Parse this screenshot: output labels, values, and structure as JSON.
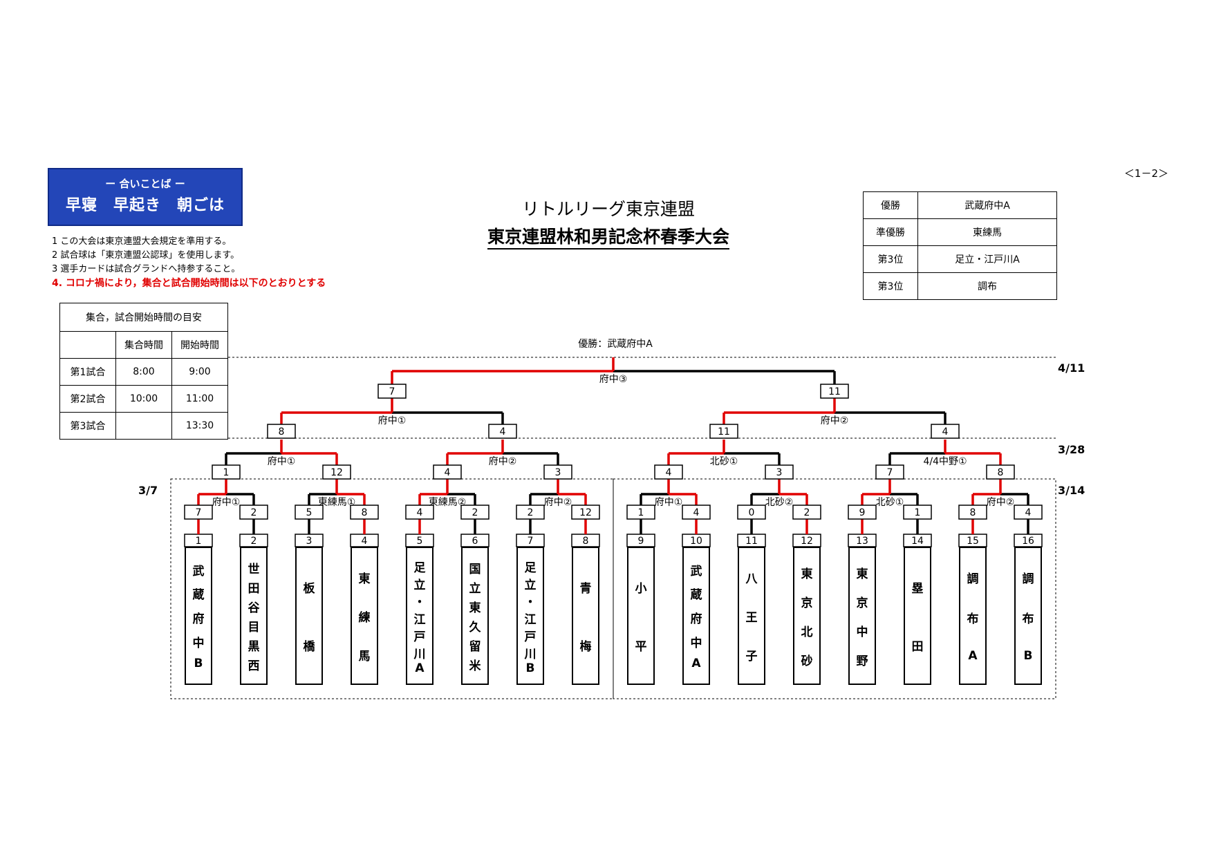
{
  "slogan": {
    "top": "ー 合いことば ー",
    "main": "早寝　早起き　朝ごは"
  },
  "page_number": "＜1－2＞",
  "title": {
    "line1": "リトルリーグ東京連盟",
    "line2": "東京連盟林和男記念杯春季大会"
  },
  "rules": [
    "1 この大会は東京連盟大会規定を準用する。",
    "2 試合球は「東京連盟公認球」を使用します。",
    "3 選手カードは試合グランドへ持参すること。",
    "4. コロナ禍により，集合と試合開始時間は以下のとおりとする"
  ],
  "schedule": {
    "title": "集合，試合開始時間の目安",
    "headers": [
      "",
      "集合時間",
      "開始時間"
    ],
    "rows": [
      [
        "第1試合",
        "8:00",
        "9:00"
      ],
      [
        "第2試合",
        "10:00",
        "11:00"
      ],
      [
        "第3試合",
        "",
        "13:30"
      ]
    ]
  },
  "results": [
    {
      "place": "優勝",
      "team": "武蔵府中A"
    },
    {
      "place": "準優勝",
      "team": "東練馬"
    },
    {
      "place": "第3位",
      "team": "足立・江戸川A"
    },
    {
      "place": "第3位",
      "team": "調布"
    }
  ],
  "champion_label": "優勝：武蔵府中A",
  "dates": {
    "final": "4/11",
    "r3": "3/28",
    "r1_left": "3/7",
    "r1_right": "3/14"
  },
  "colors": {
    "winner_line": "#e00000",
    "loser_line": "#000000",
    "slogan_bg": "#2346b8"
  },
  "teams": [
    {
      "seed": "1",
      "name": "武蔵府中B"
    },
    {
      "seed": "2",
      "name": "世田谷目黒西"
    },
    {
      "seed": "3",
      "name": "板橋"
    },
    {
      "seed": "4",
      "name": "東練馬"
    },
    {
      "seed": "5",
      "name": "足立・江戸川A"
    },
    {
      "seed": "6",
      "name": "国立東久留米"
    },
    {
      "seed": "7",
      "name": "足立・江戸川B"
    },
    {
      "seed": "8",
      "name": "青梅"
    },
    {
      "seed": "9",
      "name": "小平"
    },
    {
      "seed": "10",
      "name": "武蔵府中A"
    },
    {
      "seed": "11",
      "name": "八王子"
    },
    {
      "seed": "12",
      "name": "東京北砂"
    },
    {
      "seed": "13",
      "name": "東京中野"
    },
    {
      "seed": "14",
      "name": "塁田"
    },
    {
      "seed": "15",
      "name": "調布A"
    },
    {
      "seed": "16",
      "name": "調布B"
    }
  ],
  "round1": [
    {
      "venue": "府中①",
      "scores": [
        "7",
        "2"
      ],
      "winner": 0
    },
    {
      "venue": "東練馬①",
      "scores": [
        "5",
        "8"
      ],
      "winner": 1
    },
    {
      "venue": "東練馬②",
      "scores": [
        "4",
        "2"
      ],
      "winner": 0
    },
    {
      "venue": "府中②",
      "scores": [
        "2",
        "12"
      ],
      "winner": 1
    },
    {
      "venue": "府中①",
      "scores": [
        "1",
        "4"
      ],
      "winner": 1
    },
    {
      "venue": "北砂②",
      "scores": [
        "0",
        "2"
      ],
      "winner": 1
    },
    {
      "venue": "北砂①",
      "scores": [
        "9",
        "1"
      ],
      "winner": 0
    },
    {
      "venue": "府中②",
      "scores": [
        "8",
        "4"
      ],
      "winner": 0
    }
  ],
  "round2": [
    {
      "venue": "府中①",
      "scores": [
        "1",
        "12"
      ],
      "winner": 1
    },
    {
      "venue": "府中②",
      "scores": [
        "4",
        "3"
      ],
      "winner": 0
    },
    {
      "venue": "北砂①",
      "scores": [
        "4",
        "3"
      ],
      "winner": 0
    },
    {
      "venue": "4/4中野①",
      "scores": [
        "7",
        "8"
      ],
      "winner": 1
    }
  ],
  "round3": [
    {
      "venue": "府中①",
      "scores": [
        "8",
        "4"
      ],
      "winner": 0
    },
    {
      "venue": "府中②",
      "scores": [
        "11",
        "4"
      ],
      "winner": 0
    }
  ],
  "final": {
    "venue": "府中③",
    "scores": [
      "7",
      "11"
    ],
    "winner": 0
  }
}
